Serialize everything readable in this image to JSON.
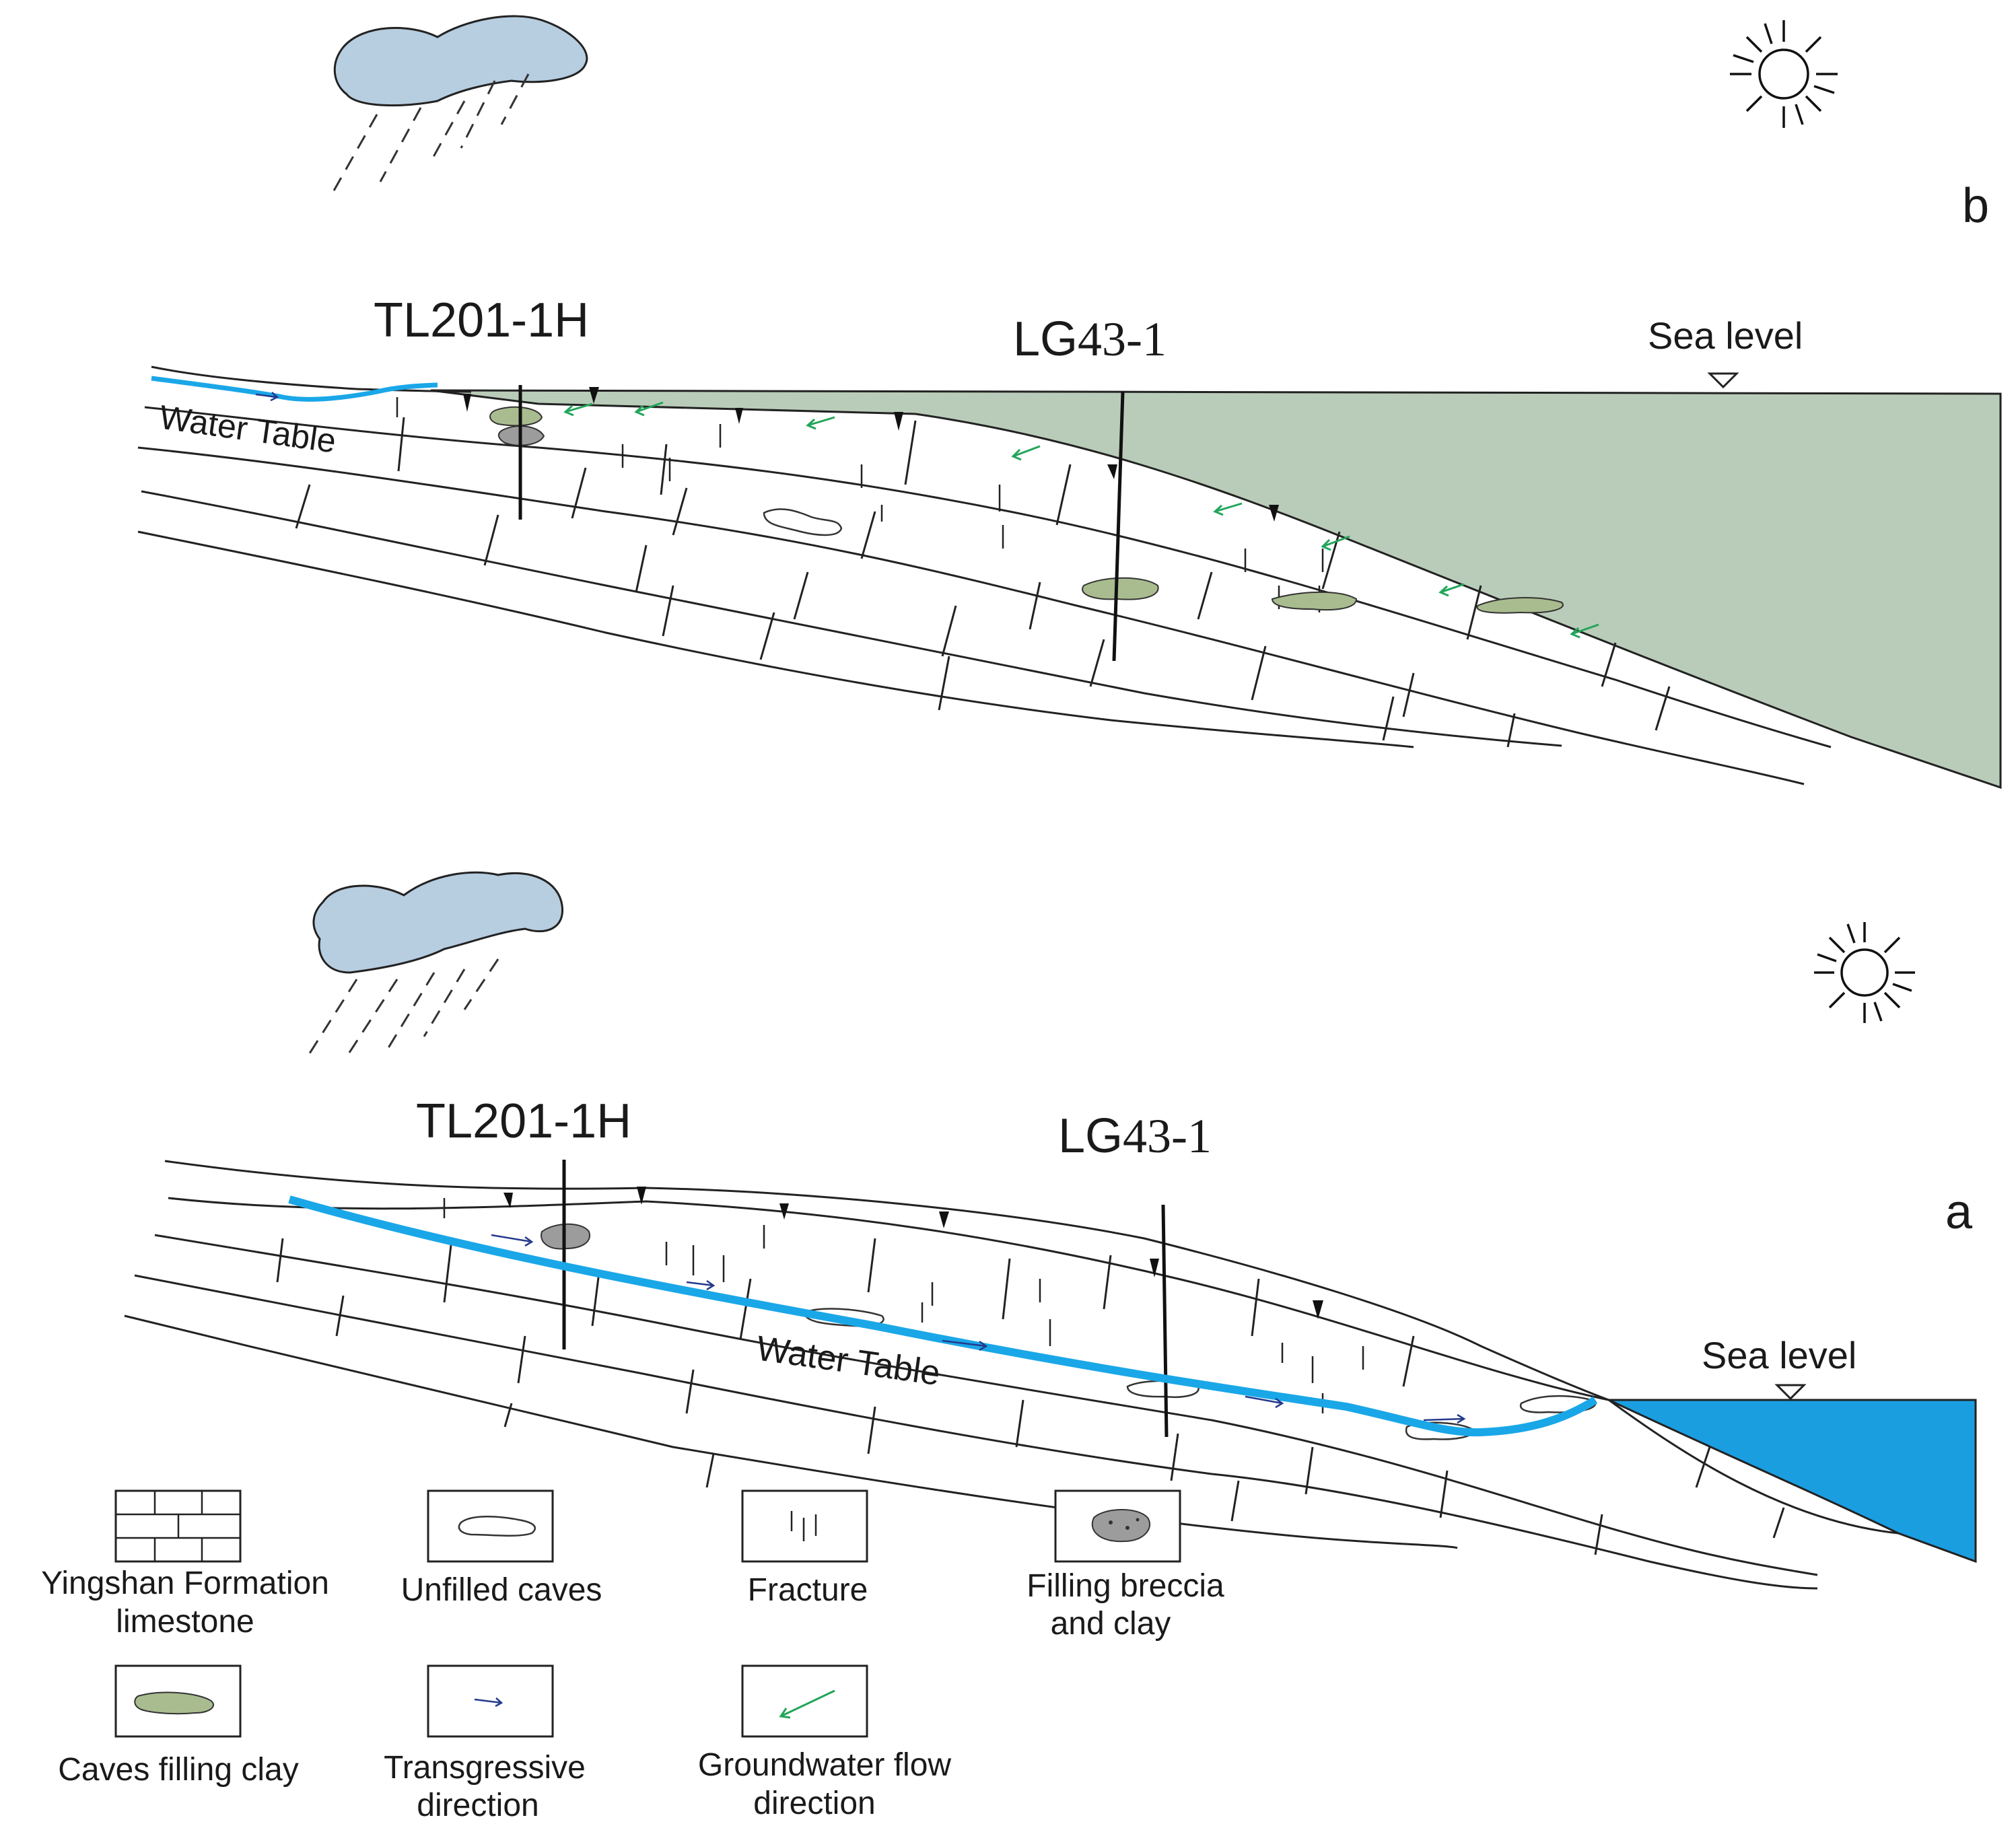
{
  "panel_b": {
    "letter": "b",
    "well_1": "TL201-1H",
    "well_2_prefix": "LG",
    "well_2_number": "43-1",
    "sea_level": "Sea level",
    "water_table": "Water Table"
  },
  "panel_a": {
    "letter": "a",
    "well_1": "TL201-1H",
    "well_2_prefix": "LG",
    "well_2_number": "43-1",
    "sea_level": "Sea level",
    "water_table": "Water Table"
  },
  "legend": {
    "items": [
      {
        "key": "limestone",
        "line1": "Yingshan Formation",
        "line2": "limestone"
      },
      {
        "key": "unfilled-caves",
        "line1": "Unfilled caves",
        "line2": ""
      },
      {
        "key": "fracture",
        "line1": "Fracture",
        "line2": ""
      },
      {
        "key": "breccia",
        "line1": "Filling breccia",
        "line2": "and clay"
      },
      {
        "key": "clay",
        "line1": "Caves filling clay",
        "line2": ""
      },
      {
        "key": "transgressive",
        "line1": "Transgressive",
        "line2": "direction"
      },
      {
        "key": "groundwater",
        "line1": "Groundwater flow",
        "line2": "direction"
      }
    ]
  },
  "colors": {
    "sea_green": "#b9ccb9",
    "sea_blue": "#1a9ee0",
    "water_table": "#1aa7e8",
    "cloud": "#b7cde0",
    "clay": "#a9bc8f",
    "breccia": "#9c9c9c",
    "arrow_blue": "#243a8c",
    "arrow_green": "#22a55a"
  }
}
